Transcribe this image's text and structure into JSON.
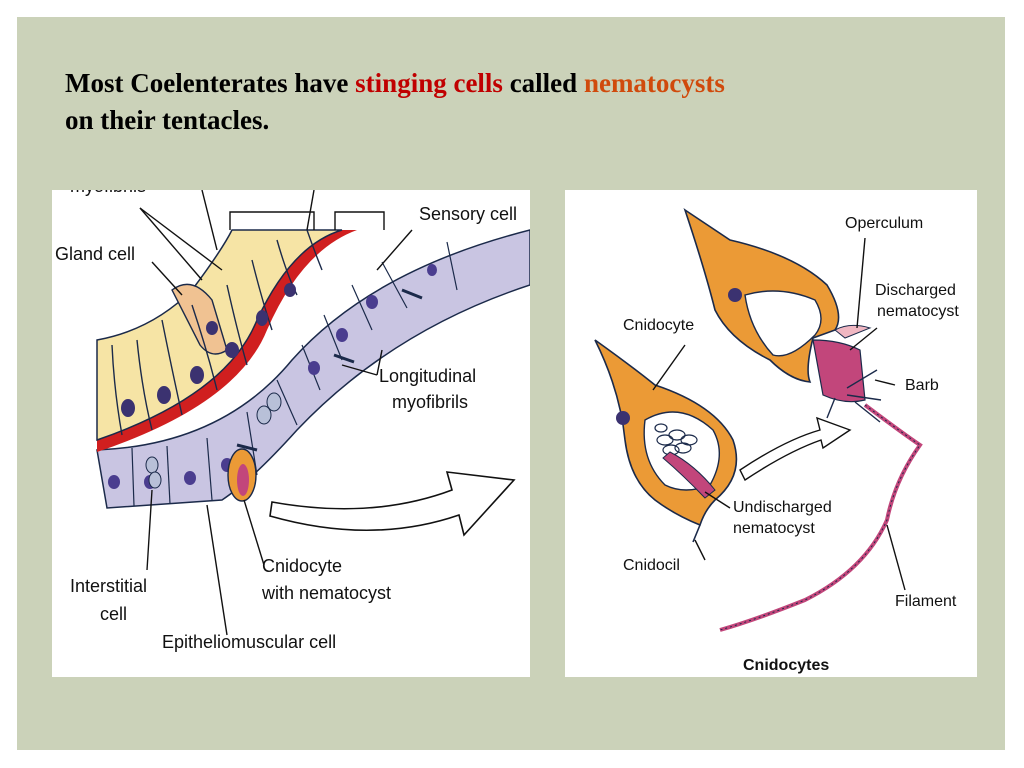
{
  "slide": {
    "title_part1": "Most Coelenterates have ",
    "title_highlight1": "stinging cells",
    "title_part2": " called ",
    "title_highlight2": "nematocysts",
    "title_line2": "on their tentacles."
  },
  "left_diagram": {
    "labels": {
      "myofibrils_cut": "myofibrils",
      "gland_cell": "Gland cell",
      "sensory_cell": "Sensory cell",
      "longitudinal": "Longitudinal",
      "myofibrils": "myofibrils",
      "cnidocyte": "Cnidocyte",
      "with_nematocyst": "with nematocyst",
      "interstitial": "Interstitial",
      "cell": "cell",
      "epitheliomuscular": "Epitheliomuscular cell"
    }
  },
  "right_diagram": {
    "caption": "Cnidocytes",
    "labels": {
      "operculum": "Operculum",
      "discharged": "Discharged",
      "nematocyst": "nematocyst",
      "cnidocyte": "Cnidocyte",
      "barb": "Barb",
      "undischarged": "Undischarged",
      "nematocyst2": "nematocyst",
      "cnidocil": "Cnidocil",
      "filament": "Filament"
    }
  },
  "colors": {
    "slide_bg": "#cbd2b9",
    "title_highlight1": "#c00000",
    "title_highlight2": "#d04a0c",
    "cell_orange": "#eb9a36",
    "nematocyst_pink": "#c2467b",
    "mesoglea_red": "#d01f1f",
    "gastrodermis_yellow": "#f6e4a5",
    "epidermis_lavender": "#c9c5e2"
  }
}
